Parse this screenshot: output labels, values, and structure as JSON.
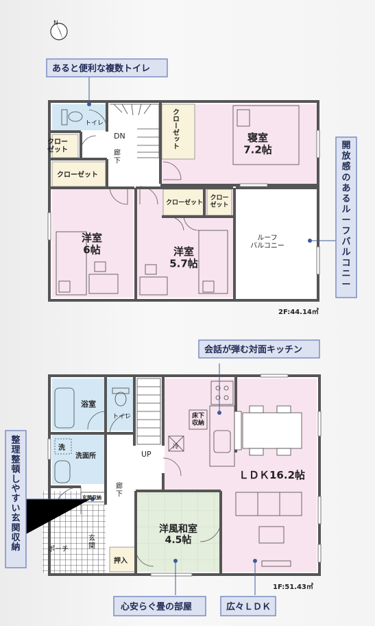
{
  "compass_letter": "N",
  "floor2": {
    "area_label": "2F:44.14㎡",
    "rooms": {
      "toilet": "トイレ",
      "dn": "DN",
      "corridor": "廊\n下",
      "closet_a": "クロー\nゼット",
      "closet_b": "クローゼット",
      "closet_c": "クロー\nゼット",
      "bedroom": "寝室\n7.2帖",
      "western6": "洋室\n6帖",
      "western57": "洋室\n5.7帖",
      "closet_d": "クローゼット",
      "closet_e": "クロー\nゼット",
      "roof_balcony": "ルーフ\nバルコニー"
    }
  },
  "floor1": {
    "area_label": "1F:51.43㎡",
    "rooms": {
      "bath": "浴室",
      "toilet": "トイレ",
      "wash_mark": "洗",
      "washroom": "洗面所",
      "up": "UP",
      "underfloor": "床下\n収納",
      "fridge": "冷",
      "ldk": "ＬＤＫ16.2帖",
      "corridor": "廊\n下",
      "entrance_storage": "玄関収納",
      "porch": "ポーチ",
      "entrance": "玄\n関",
      "washitsu": "洋風和室\n4.5帖",
      "oshiire": "押入"
    }
  },
  "callouts": {
    "toilets": "あると便利な複数トイレ",
    "balcony": "開放感のあるルーフバルコニー",
    "kitchen": "会話が弾む対面キッチン",
    "storage": "整理整頓しやすい玄関収納",
    "tatami": "心安らぐ畳の部屋",
    "ldk": "広々ＬＤＫ"
  },
  "colors": {
    "pink": "#f8e4ee",
    "blue": "#d3e8f4",
    "green": "#e3eedc",
    "closet": "#faf3dc",
    "wall": "#555555",
    "callout_fill": "#dde2f0",
    "callout_border": "#7c8cc4",
    "leader": "#3f5a9a"
  }
}
